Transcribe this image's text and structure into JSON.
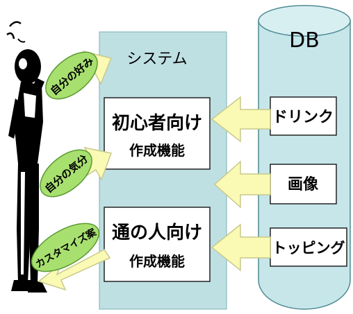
{
  "system": {
    "title": "システム"
  },
  "db": {
    "title": "DB"
  },
  "functions": [
    {
      "line1": "初心者向け",
      "line2": "作成機能"
    },
    {
      "line1": "通の人向け",
      "line2": "作成機能"
    }
  ],
  "db_items": [
    "ドリンク",
    "画像",
    "トッピング"
  ],
  "user_inputs": [
    "自分の好み",
    "自分の気分"
  ],
  "output": "カスタマイズ案",
  "colors": {
    "system_fill": "#bfe0e3",
    "db_fill": "#c6e6ea",
    "arrow_fill": "#fafab4",
    "arrow_stroke": "#c8c88c",
    "ellipse_fill": "#a8e070",
    "ellipse_stroke": "#5a9a30"
  }
}
